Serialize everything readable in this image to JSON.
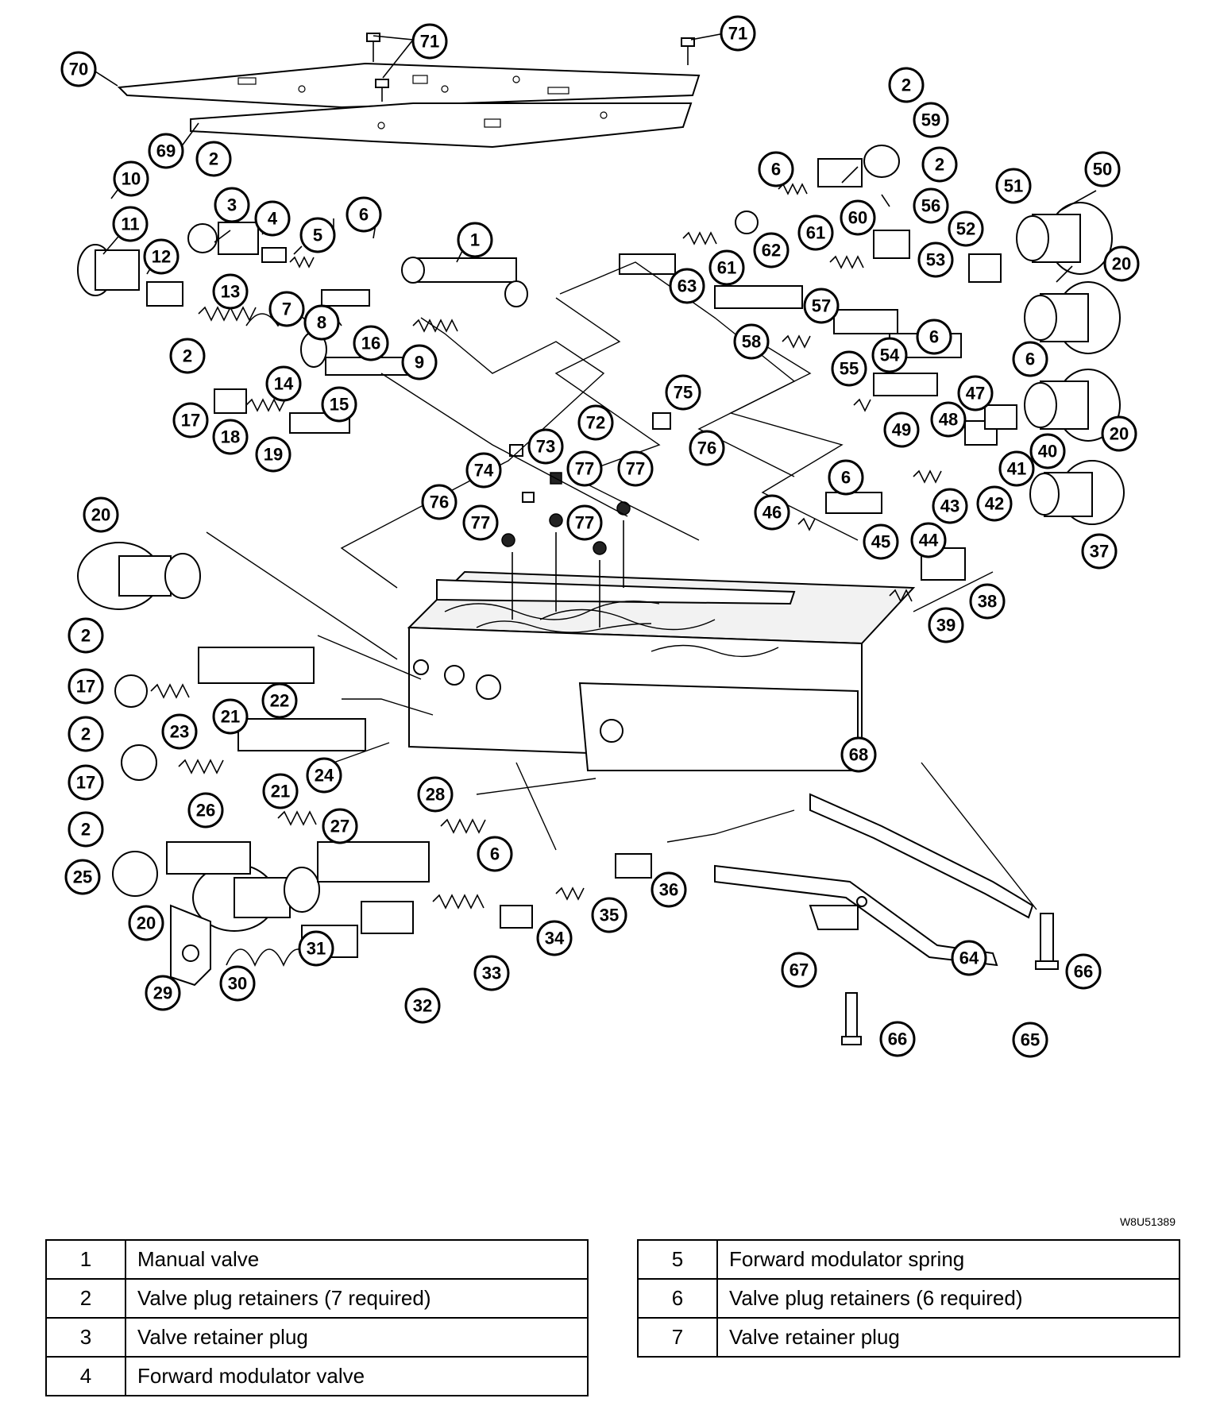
{
  "figure_id": "W8U51389",
  "callouts": [
    "1",
    "2",
    "3",
    "4",
    "5",
    "6",
    "7",
    "8",
    "9",
    "10",
    "11",
    "12",
    "13",
    "14",
    "15",
    "16",
    "17",
    "18",
    "19",
    "20",
    "21",
    "22",
    "23",
    "24",
    "25",
    "26",
    "27",
    "28",
    "29",
    "30",
    "31",
    "32",
    "33",
    "34",
    "35",
    "36",
    "37",
    "38",
    "39",
    "40",
    "41",
    "42",
    "43",
    "44",
    "45",
    "46",
    "47",
    "48",
    "49",
    "50",
    "51",
    "52",
    "53",
    "54",
    "55",
    "56",
    "57",
    "58",
    "59",
    "60",
    "61",
    "62",
    "63",
    "64",
    "65",
    "66",
    "67",
    "68",
    "69",
    "70",
    "71",
    "72",
    "73",
    "74",
    "75",
    "76",
    "77"
  ],
  "legend_left": [
    {
      "num": "1",
      "desc": "Manual valve"
    },
    {
      "num": "2",
      "desc": "Valve plug retainers (7 required)"
    },
    {
      "num": "3",
      "desc": "Valve retainer plug"
    },
    {
      "num": "4",
      "desc": "Forward modulator valve"
    }
  ],
  "legend_right": [
    {
      "num": "5",
      "desc": "Forward modulator spring"
    },
    {
      "num": "6",
      "desc": "Valve plug retainers (6 required)"
    },
    {
      "num": "7",
      "desc": "Valve retainer plug"
    }
  ]
}
